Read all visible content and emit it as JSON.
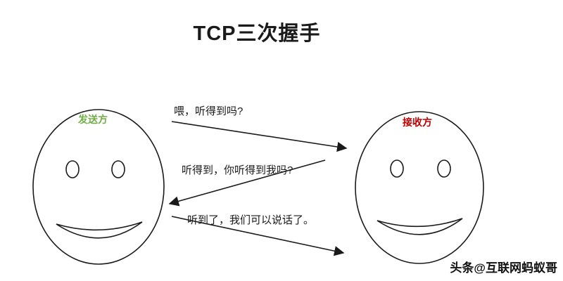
{
  "title": "TCP三次握手",
  "sender": {
    "label": "发送方",
    "color": "#70ad47"
  },
  "receiver": {
    "label": "接收方",
    "color": "#c00000"
  },
  "messages": [
    {
      "text": "喂，听得到吗?"
    },
    {
      "text": "听得到，你听得到我吗?"
    },
    {
      "text": "听到了，我们可以说话了。"
    }
  ],
  "watermark": "头条@互联网蚂蚁哥",
  "line_color": "#1a1a1a"
}
